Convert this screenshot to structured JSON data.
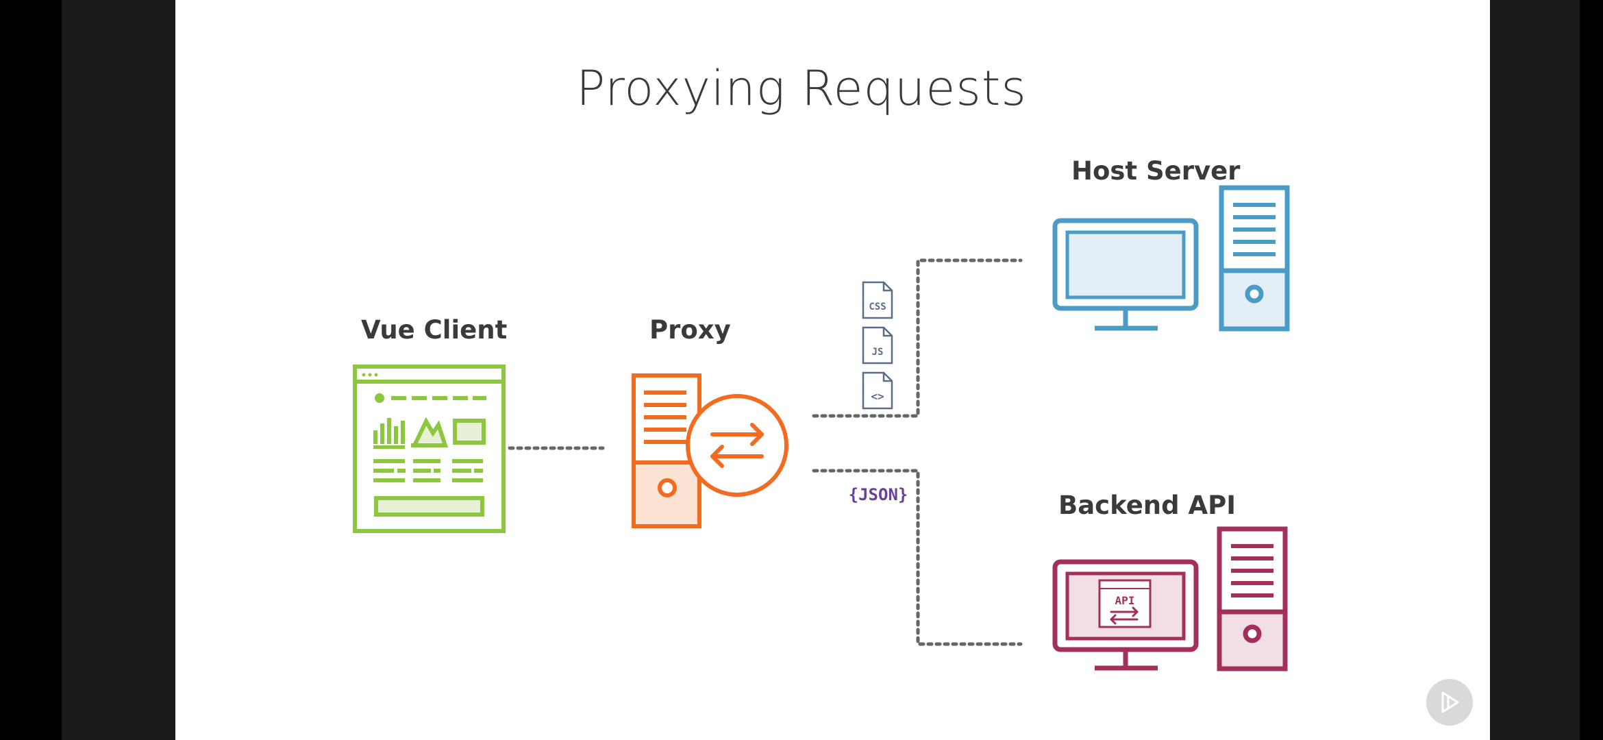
{
  "slide": {
    "title": "Proxying Requests"
  },
  "nodes": {
    "vue_client": "Vue Client",
    "proxy": "Proxy",
    "host_server": "Host Server",
    "backend_api": "Backend API"
  },
  "file_icons": {
    "css": "CSS",
    "js": "JS",
    "html": "<>"
  },
  "json_badge": "{JSON}",
  "api_screen_label": "API",
  "colors": {
    "vue_green": "#8dc63f",
    "proxy_orange": "#f26b21",
    "host_blue": "#4a9cc7",
    "backend_maroon": "#a3305a",
    "json_purple": "#6a3f9c",
    "connector_gray": "#666666"
  },
  "player": {
    "icon": "play-icon"
  }
}
